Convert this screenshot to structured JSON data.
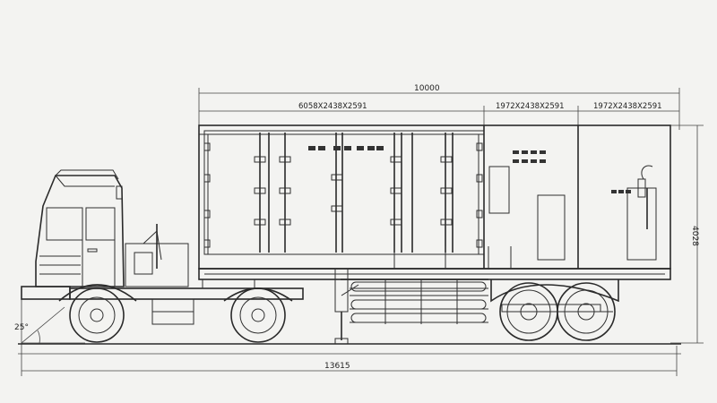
{
  "dimensions": {
    "overall_body_length": "10000",
    "section_1": "6058X2438X2591",
    "section_2": "1972X2438X2591",
    "section_3": "1972X2438X2591",
    "height": "4028",
    "overall_length": "13615",
    "approach_angle": "25°"
  },
  "colors": {
    "paper": "#f3f3f1",
    "ink": "#2f2f2f"
  }
}
